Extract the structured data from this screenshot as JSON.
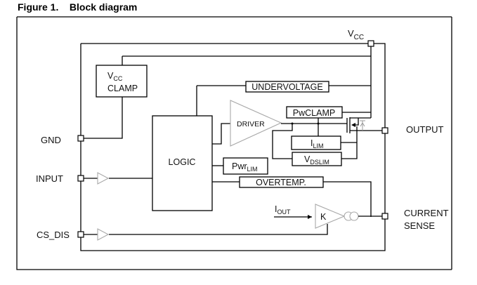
{
  "figure": {
    "title": "Figure 1.    Block diagram"
  },
  "pins": {
    "vcc": {
      "main": "V",
      "sub": "CC"
    },
    "gnd": "GND",
    "input": "INPUT",
    "cs_dis": "CS_DIS",
    "output": "OUTPUT",
    "current_sense_line1": "CURRENT",
    "current_sense_line2": "SENSE"
  },
  "blocks": {
    "vcc_clamp": {
      "main": "V",
      "sub": "CC",
      "line2": "CLAMP"
    },
    "logic": "LOGIC",
    "driver": "DRIVER",
    "undervoltage": "UNDERVOLTAGE",
    "pwclamp": "PwCLAMP",
    "ilim": {
      "main": "I",
      "sub": "LIM"
    },
    "vdslim": {
      "main": "V",
      "sub": "DSLIM"
    },
    "pwrlim": {
      "main": "Pwr",
      "sub": "LIM"
    },
    "overtemp": "OVERTEMP.",
    "k_amp": "K",
    "iout": {
      "main": "I",
      "sub": "OUT"
    }
  }
}
